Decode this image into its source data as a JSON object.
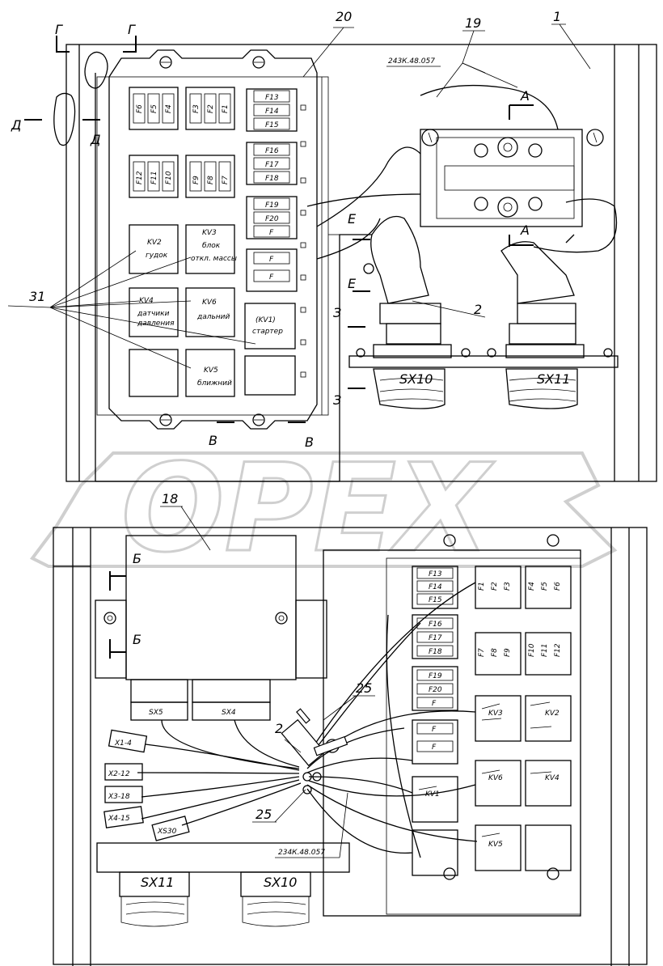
{
  "watermark": "OPEX",
  "callouts": {
    "n1": "1",
    "n2": "2",
    "n2b": "2",
    "n18": "18",
    "n19": "19",
    "n20": "20",
    "n25a": "25",
    "n25b": "25",
    "n31": "31"
  },
  "sections": {
    "g1": "Г",
    "g2": "Г",
    "d1": "Д",
    "d2": "Д",
    "a1": "А",
    "a2": "А",
    "e1": "Е",
    "e2": "Е",
    "z1": "З",
    "z2": "З",
    "v1": "В",
    "v2": "В",
    "b1": "Б",
    "b2": "Б"
  },
  "top_view": {
    "fuses_rot_left": [
      "F6",
      "F5",
      "F4",
      "F3",
      "F2",
      "F1",
      "F12",
      "F11",
      "F10",
      "F9",
      "F8",
      "F7"
    ],
    "fuses_col": [
      "F13",
      "F14",
      "F15",
      "F16",
      "F17",
      "F18",
      "F19",
      "F20",
      "F",
      "F",
      "F"
    ],
    "relays": [
      {
        "id": "KV2",
        "desc": "гудок"
      },
      {
        "id": "KV3",
        "desc": "блок",
        "desc2": "откл. массы"
      },
      {
        "id": "KV4",
        "desc": "датчики",
        "desc2": "давления"
      },
      {
        "id": "KV6",
        "desc": "дальний"
      },
      {
        "id": "KV5",
        "desc": "ближний"
      },
      {
        "id": "(KV1)",
        "desc": "стартер"
      }
    ],
    "connector1": "SX10",
    "connector2": "SX11",
    "harness_code": "243К.48.057"
  },
  "bottom_view": {
    "fuses_col": [
      "F13",
      "F14",
      "F15",
      "F16",
      "F17",
      "F18",
      "F19",
      "F20",
      "F",
      "F",
      "F"
    ],
    "fuses_right": [
      "F1",
      "F2",
      "F3",
      "F4",
      "F5",
      "F6",
      "F7",
      "F8",
      "F9",
      "F10",
      "F11",
      "F12"
    ],
    "relays": [
      "KV3",
      "KV2",
      "KV6",
      "KV4",
      "KV1",
      "KV5"
    ],
    "connectors": [
      "SX5",
      "SX4"
    ],
    "tags": [
      "X1-4",
      "X2-12",
      "X3-18",
      "X4-15",
      "XS30"
    ],
    "bottom_connectors": [
      "SX11",
      "SX10"
    ],
    "harness_code": "234К.48.057"
  }
}
